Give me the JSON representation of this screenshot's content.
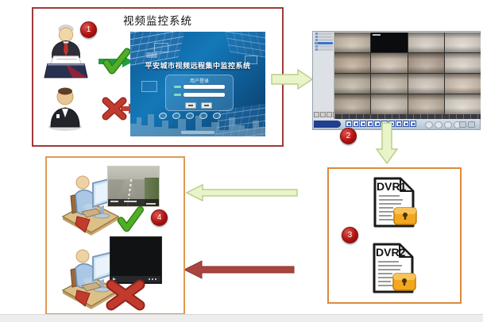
{
  "title": {
    "text": "视频监控系统"
  },
  "badges": {
    "b1": "1",
    "b2": "2",
    "b3": "3",
    "b4": "4"
  },
  "colors": {
    "stage1_border": "#9e3b38",
    "stage3_border": "#dd8a3d",
    "stage4_border": "#e09a50",
    "arrow_green_fill": "#e9f4c8",
    "arrow_green_stroke": "#b9d08b",
    "arrow_red_fill": "#a9453e",
    "badge_red": "#b01313",
    "check_green": "#4fae27",
    "cross_red": "#c23a2e",
    "padlock_orange": "#f2a71f",
    "login_blue": "#0f5d96"
  },
  "login_screen": {
    "title": "平安城市视频远程集中监控系统",
    "panel_header": "用户登录",
    "field_count": 2,
    "button_count": 2,
    "icon_count": 5
  },
  "monitor_app": {
    "sidebar": {
      "rows": 6,
      "selected_row": 3
    },
    "grid": {
      "rows": 4,
      "cols": 4,
      "black_cell_index": 1,
      "cells": [
        "#c2b3a0",
        "black",
        "#cfc5b8",
        "#d8d0c4",
        "#b39c85",
        "#c6b5a3",
        "#a99684",
        "#d3c9bc",
        "#b5ab97",
        "#beb2a0",
        "#c8bcae",
        "#cbb9a8",
        "#ad9d8a",
        "#c3b7a8",
        "#b7a792",
        "#d6cdc0"
      ]
    },
    "toolbar": {
      "square_buttons": 10,
      "round_buttons": 4,
      "right_icons": 2
    }
  },
  "dvr_files": [
    {
      "label": "DVR1"
    },
    {
      "label": "DVR2"
    }
  ]
}
